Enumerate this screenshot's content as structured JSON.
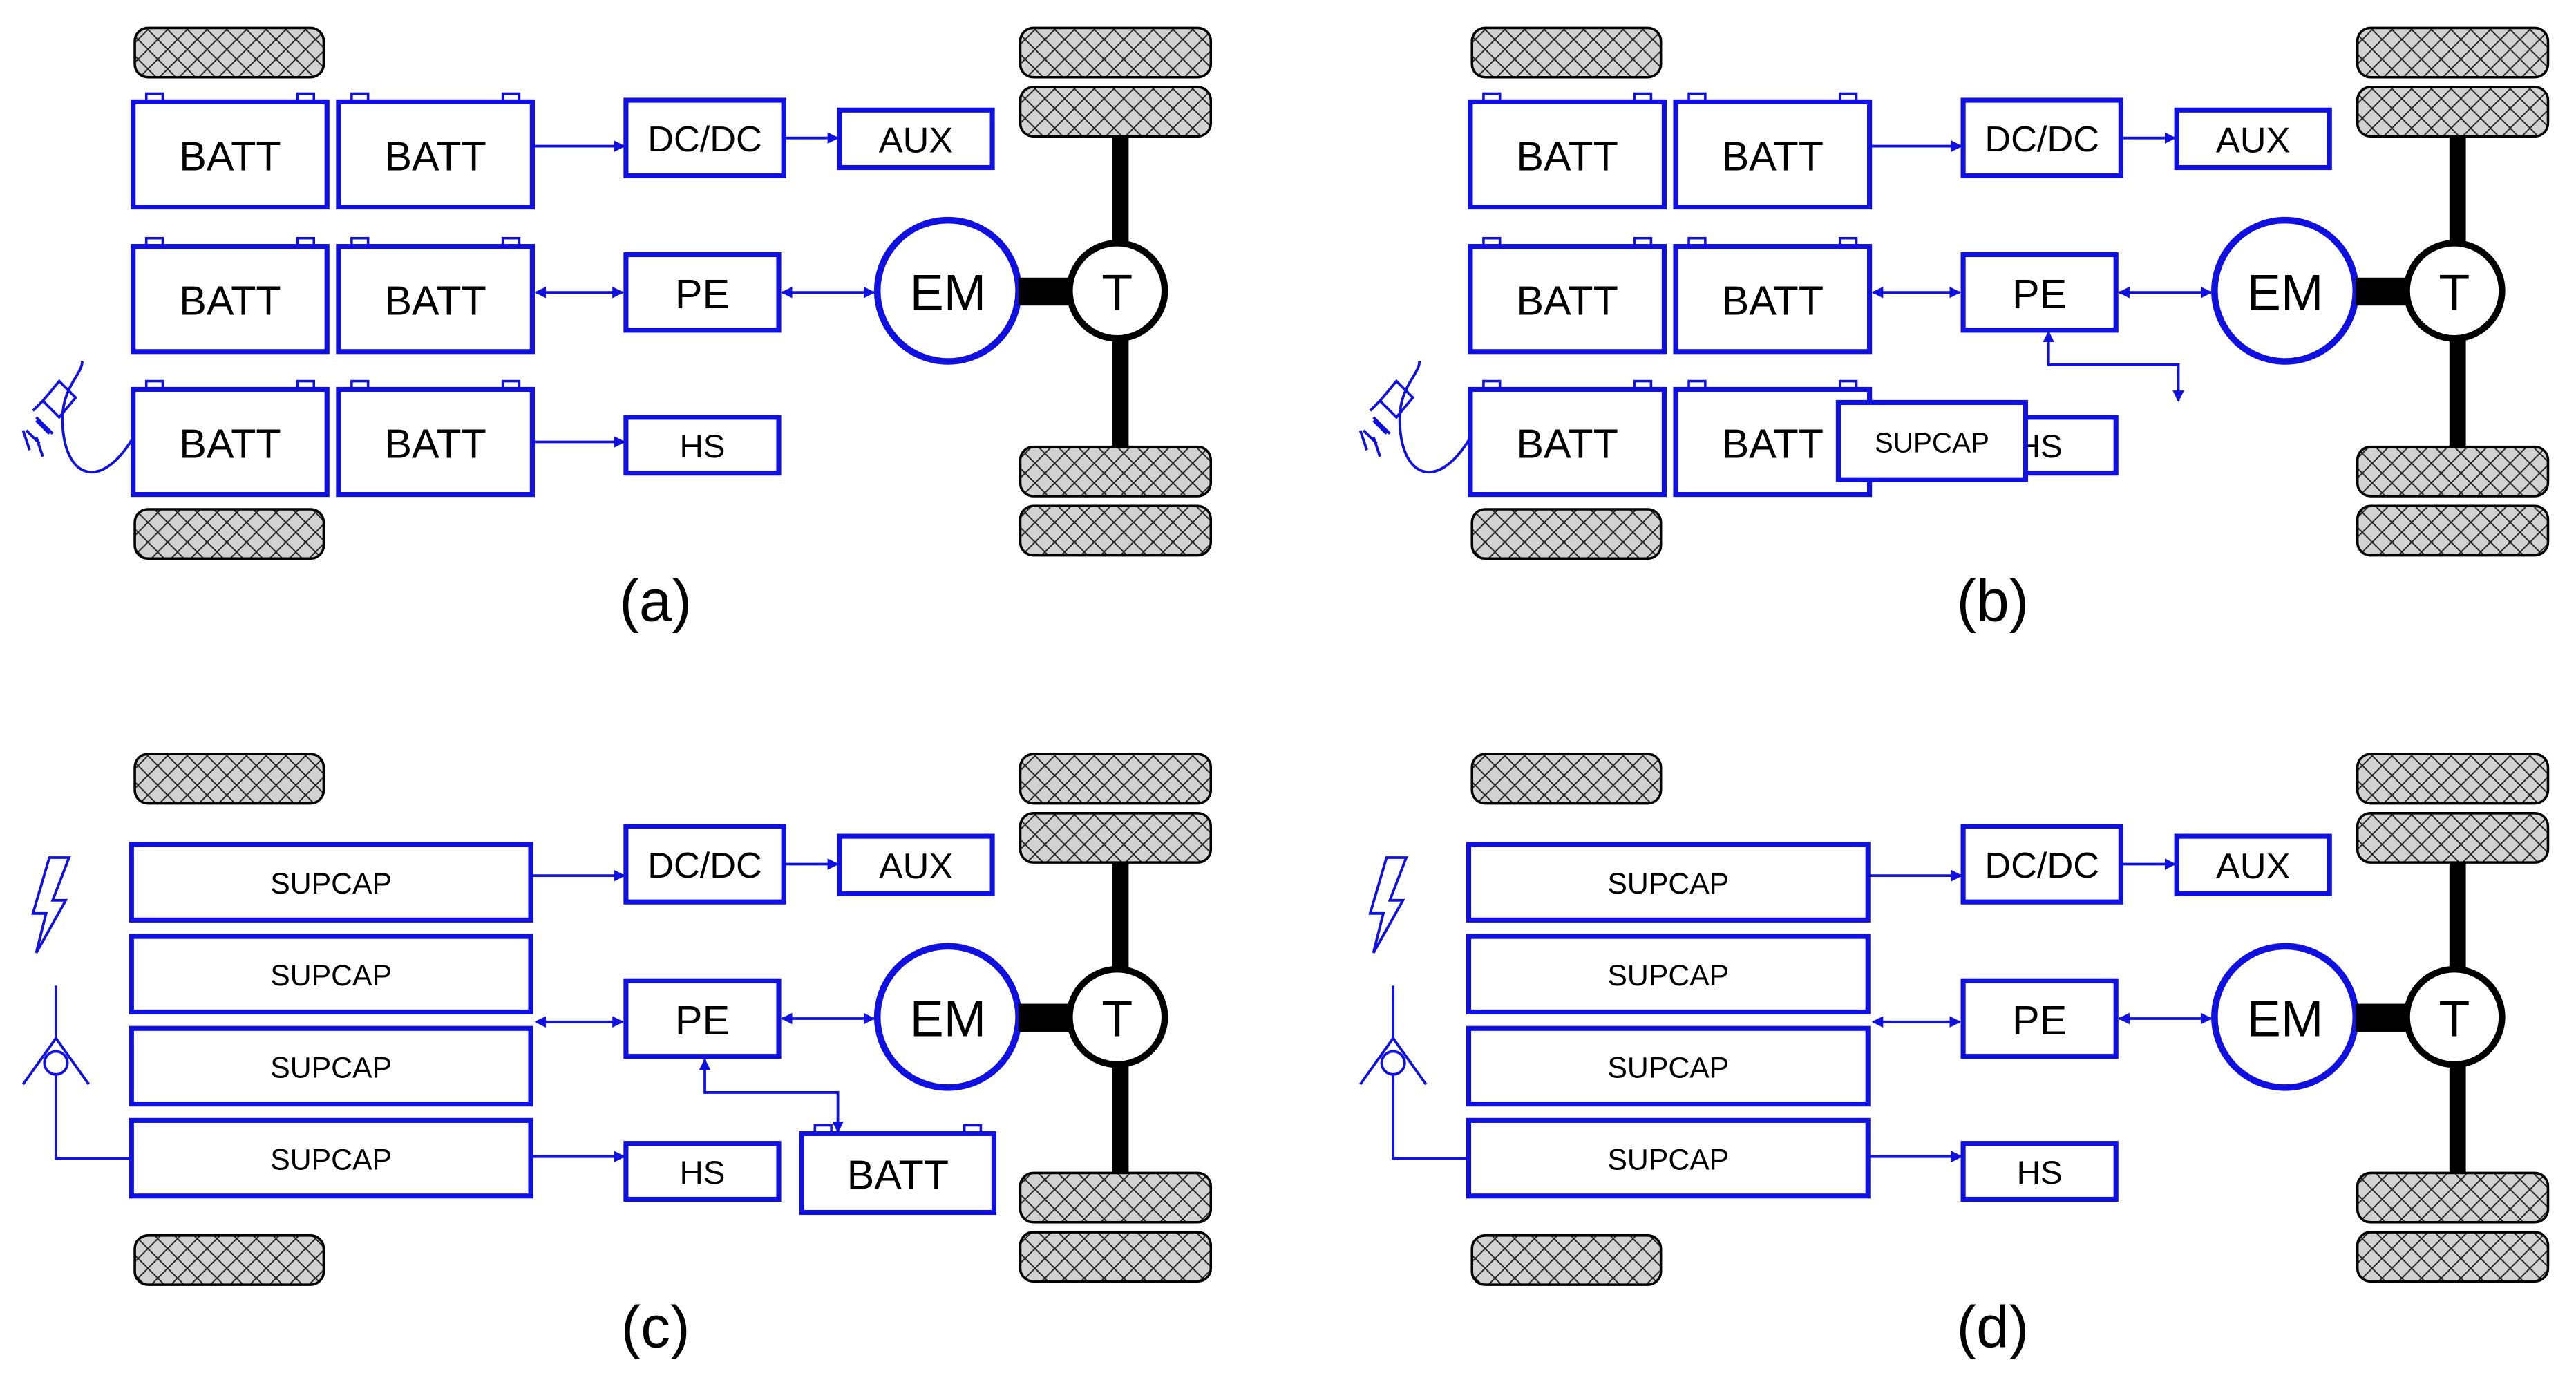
{
  "colors": {
    "blue": "#1010e0",
    "black": "#000000",
    "tread": "#cfcfcf"
  },
  "panels": [
    {
      "caption": "(a)",
      "source": "plug",
      "labels": {
        "batt": "BATT",
        "dcdc": "DC/DC",
        "aux": "AUX",
        "pe": "PE",
        "em": "EM",
        "t": "T",
        "hs": "HS"
      }
    },
    {
      "caption": "(b)",
      "source": "plug",
      "labels": {
        "batt": "BATT",
        "dcdc": "DC/DC",
        "aux": "AUX",
        "pe": "PE",
        "em": "EM",
        "t": "T",
        "hs": "HS",
        "supcap": "SUPCAP"
      }
    },
    {
      "caption": "(c)",
      "source": "pantograph",
      "labels": {
        "supcap": "SUPCAP",
        "dcdc": "DC/DC",
        "aux": "AUX",
        "pe": "PE",
        "em": "EM",
        "t": "T",
        "hs": "HS",
        "batt": "BATT"
      }
    },
    {
      "caption": "(d)",
      "source": "pantograph",
      "labels": {
        "supcap": "SUPCAP",
        "dcdc": "DC/DC",
        "aux": "AUX",
        "pe": "PE",
        "em": "EM",
        "t": "T",
        "hs": "HS"
      }
    }
  ]
}
